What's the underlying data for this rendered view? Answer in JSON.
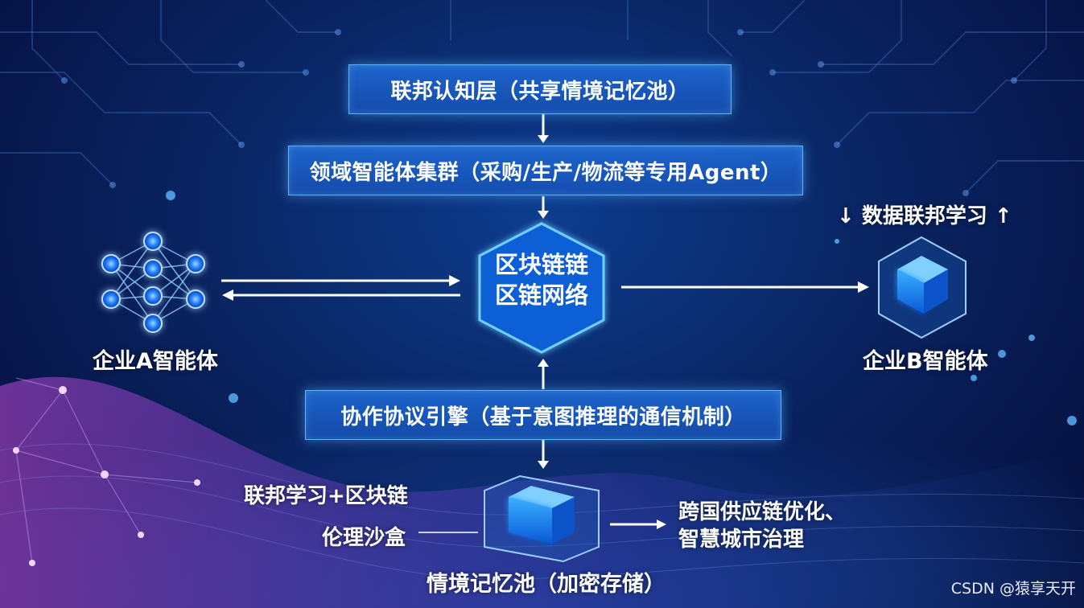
{
  "top_layer": "联邦认知层（共享情境记忆池）",
  "agent_cluster": "领域智能体集群（采购/生产/物流等专用Agent）",
  "blockchain": {
    "line1": "区块链链",
    "line2": "区链网络"
  },
  "protocol_engine": "协作协议引擎（基于意图推理的通信机制）",
  "agent_a": "企业A智能体",
  "agent_b": "企业B智能体",
  "federated_learning": "↓ 数据联邦学习 ↑",
  "fl_blockchain": "联邦学习+区块链",
  "ethics_sandbox": "伦理沙盒",
  "memory_pool": "情境记忆池（加密存储）",
  "applications": {
    "line1": "跨国供应链优化、",
    "line2": "智慧城市治理"
  },
  "watermark": "CSDN @猿享天开",
  "colors": {
    "box_fill": "#1f6ed8",
    "box_border": "#5ab4ff",
    "glow": "#1e90ff",
    "background": "#0a2766"
  }
}
